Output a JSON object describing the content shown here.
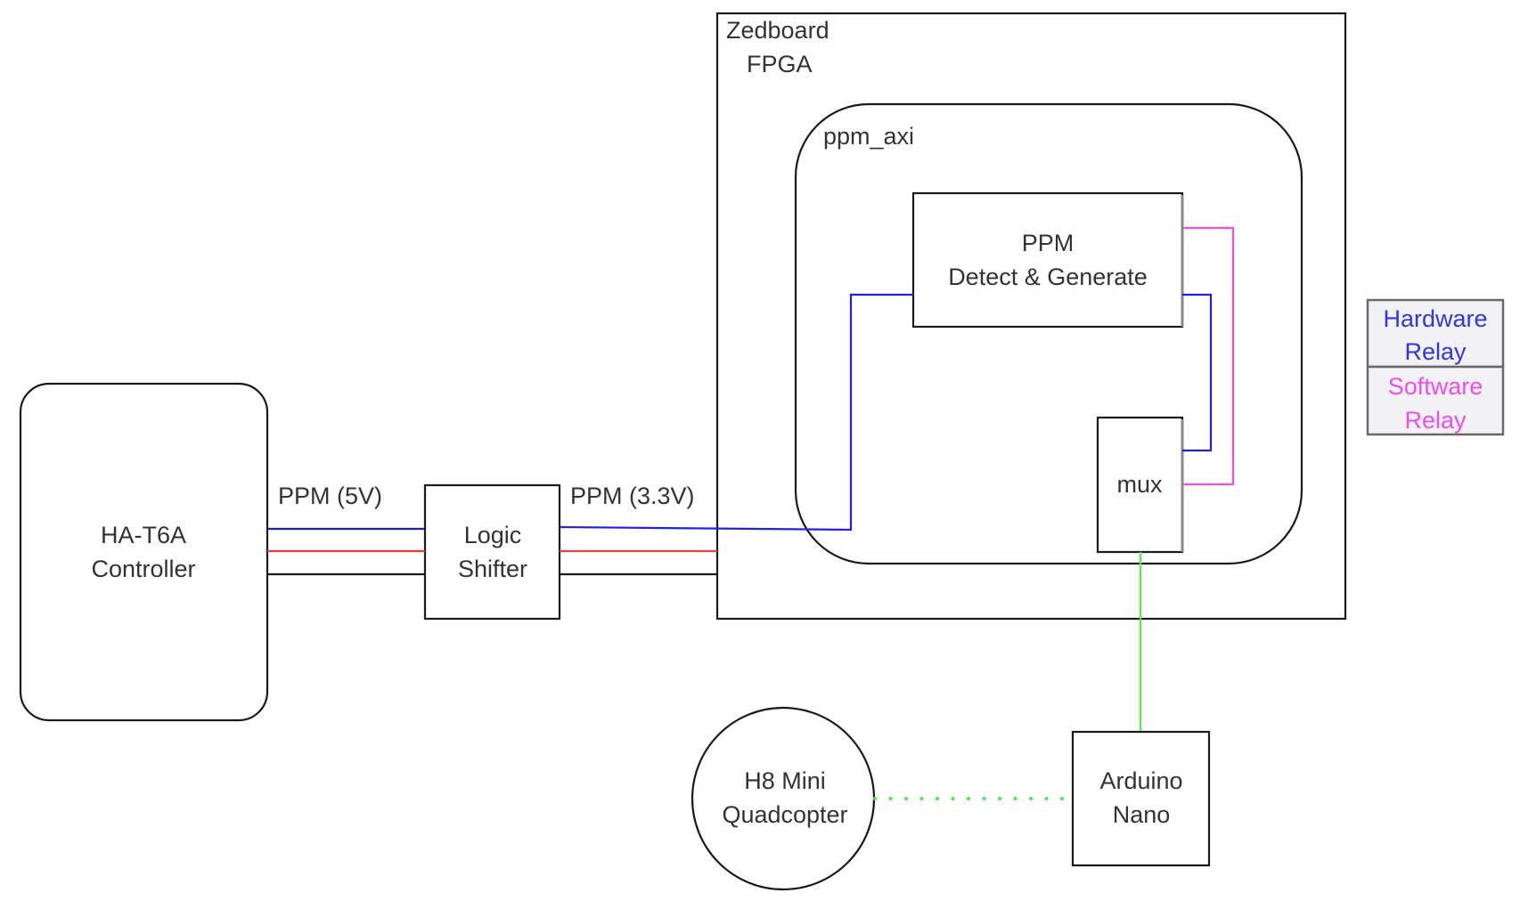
{
  "diagram": {
    "nodes": {
      "controller": {
        "lines": [
          "HA-T6A",
          "Controller"
        ]
      },
      "logic_shifter": {
        "lines": [
          "Logic",
          "Shifter"
        ]
      },
      "zedboard": {
        "lines": [
          "Zedboard",
          "FPGA"
        ]
      },
      "ppm_axi": {
        "label": "ppm_axi"
      },
      "ppm_block": {
        "lines": [
          "PPM",
          "Detect & Generate"
        ]
      },
      "mux": {
        "label": "mux"
      },
      "quadcopter": {
        "lines": [
          "H8 Mini",
          "Quadcopter"
        ]
      },
      "arduino": {
        "lines": [
          "Arduino",
          "Nano"
        ]
      }
    },
    "edges": {
      "ppm_5v_label": "PPM (5V)",
      "ppm_3v3_label": "PPM (3.3V)"
    },
    "legend": {
      "hardware": {
        "lines": [
          "Hardware",
          "Relay"
        ],
        "color": "#3434e0"
      },
      "software": {
        "lines": [
          "Software",
          "Relay"
        ],
        "color": "#f04cf0"
      }
    },
    "colors": {
      "signal": "#1c1ce0",
      "power": "#e53a3a",
      "ground": "#1a1a1a",
      "software_relay": "#f050f0",
      "hardware_relay": "#2020e0",
      "usb_link": "#55ee55",
      "wireless_link": "#44ee44"
    }
  }
}
